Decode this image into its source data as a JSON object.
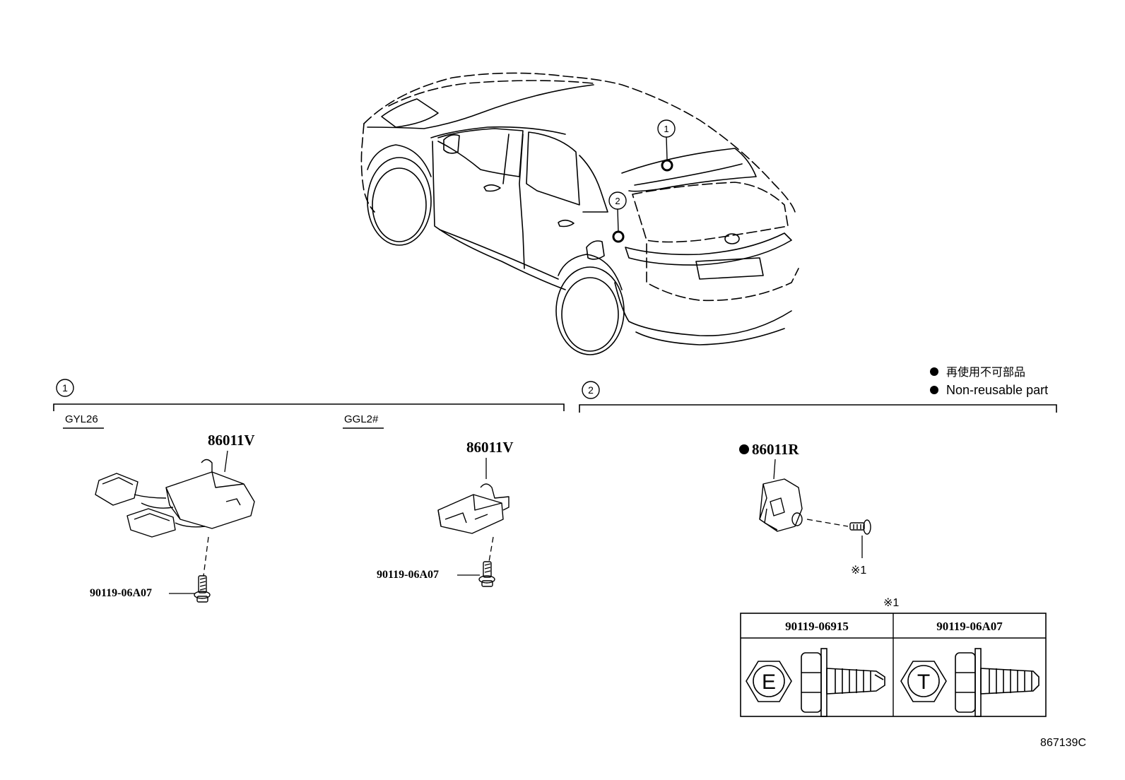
{
  "callouts": {
    "c1": "1",
    "c2": "2"
  },
  "legend": {
    "line_ja": "再使用不可部品",
    "line_en": "Non-reusable part"
  },
  "section1": {
    "number": "1",
    "variant_a": {
      "model": "GYL26",
      "part": "86011V",
      "bolt": "90119-06A07"
    },
    "variant_b": {
      "model": "GGL2#",
      "part": "86011V",
      "bolt": "90119-06A07"
    }
  },
  "section2": {
    "number": "2",
    "part": "86011R",
    "note_mark": "※1"
  },
  "note_table": {
    "mark": "※1",
    "col1": {
      "header": "90119-06915",
      "head_letter": "E"
    },
    "col2": {
      "header": "90119-06A07",
      "head_letter": "T"
    }
  },
  "diagram_id": "867139C"
}
